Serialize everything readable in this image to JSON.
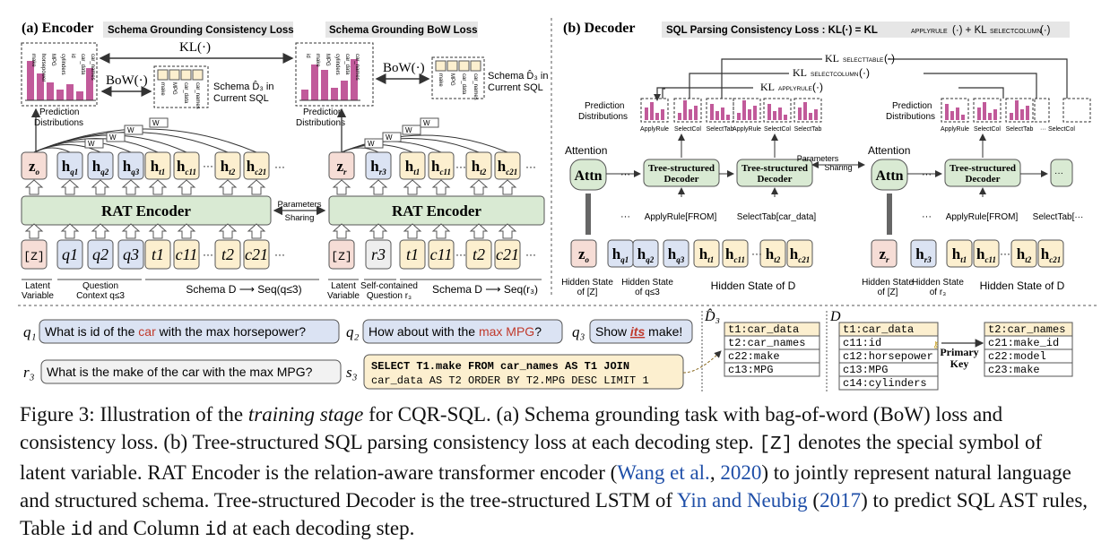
{
  "panel_a": {
    "label": "(a) Encoder",
    "consistency_title": "Schema Grounding Consistency Loss",
    "bow_title": "Schema Grounding BoW Loss",
    "kl": "KL(·)",
    "bow": "BoW(·)",
    "schema_d3_l1": "Schema D̂₃ in",
    "schema_d3_l2": "Current SQL",
    "pred_l1": "Prediction",
    "pred_l2": "Distributions",
    "w_label": "W",
    "hist_labels_left": [
      "make",
      "horsepower",
      "MPG",
      "cylinders",
      "id",
      "car_data",
      "car_names"
    ],
    "hist_labels_right": [
      "id",
      "make",
      "MPG",
      "cylinders",
      "car_data",
      "car_names"
    ],
    "dashed_labels": [
      "make",
      "MPG",
      "car_data",
      "car_names"
    ],
    "rat_encoder": "RAT Encoder",
    "params_sharing_l1": "Parameters",
    "params_sharing_l2": "Sharing",
    "hidden_left": [
      "z_o",
      "h_q1",
      "h_q2",
      "h_q3",
      "h_t1",
      "h_c11",
      "h_t2",
      "h_c21"
    ],
    "hidden_right": [
      "z_r",
      "h_r3",
      "h_t1",
      "h_c11",
      "h_t2",
      "h_c21"
    ],
    "inputs_left": [
      "[Z]",
      "q1",
      "q2",
      "q3",
      "t1",
      "c11",
      "t2",
      "c21"
    ],
    "inputs_right": [
      "[Z]",
      "r3",
      "t1",
      "c11",
      "t2",
      "c21"
    ],
    "latent_l1": "Latent",
    "latent_l2": "Variable",
    "question_l1": "Question",
    "question_l2": "Context q≤3",
    "schema_seq": "Schema D ⟶ Seq(q≤3)",
    "self_l1": "Self-contained",
    "self_l2": "Question r₃",
    "schema_seq_r": "Schema D ⟶ Seq(r₃)"
  },
  "panel_b": {
    "label": "(b) Decoder",
    "title": "SQL Parsing Consistency Loss : KL(·) = KL",
    "kl_select_table": "KL",
    "kl_select_column": "KL",
    "kl_apply_rule": "KL",
    "pred_l1": "Prediction",
    "pred_l2": "Distributions",
    "hist_names": [
      "ApplyRule",
      "SelectCol",
      "SelectTab"
    ],
    "attention": "Attention",
    "attn": "Attn",
    "tree_decoder_l1": "Tree-structured",
    "tree_decoder_l2": "Decoder",
    "params_sharing_l1": "Parameters",
    "params_sharing_l2": "Sharing",
    "apply_rule_from": "ApplyRule[FROM]",
    "select_tab_car": "SelectTab[car_data]",
    "select_tab_trunc": "SelectTab[···",
    "hidden_left": [
      "z_o",
      "h_q1",
      "h_q2",
      "h_q3",
      "h_t1",
      "h_c11",
      "h_t2",
      "h_c21"
    ],
    "hidden_right": [
      "z_r",
      "h_r3",
      "h_t1",
      "h_c11",
      "h_t2",
      "h_c21"
    ],
    "hs_z": "Hidden State",
    "hs_z2": "of [Z]",
    "hs_q": "Hidden State",
    "hs_q2": "of q≤3",
    "hs_r2": "of r₃",
    "hs_d": "Hidden State of D",
    "dots": "···"
  },
  "example": {
    "q1": "What is id of the car with the max horsepower?",
    "q1_highlight": "car",
    "q2": "How about with the max MPG?",
    "q2_highlight": "max MPG",
    "q3": "Show its make!",
    "q3_highlight": "its",
    "r3": "What is the make of the car with the max MPG?",
    "s3_line1": "SELECT T1.make FROM car_names AS T1 JOIN",
    "s3_line2": "car_data AS T2 ORDER BY T2.MPG DESC LIMIT 1",
    "d3_label": "D̂₃",
    "d3_rows": [
      "t1:car_data",
      "t2:car_names",
      "c22:make",
      "c13:MPG"
    ],
    "d_label": "D",
    "d_table1": [
      "t1:car_data",
      "c11:id",
      "c12:horsepower",
      "c13:MPG",
      "c14:cylinders"
    ],
    "d_table2": [
      "t2:car_names",
      "c21:make_id",
      "c22:model",
      "c23:make"
    ],
    "primary_key_l1": "Primary",
    "primary_key_l2": "Key"
  },
  "caption": {
    "p1": "Figure 3: Illustration of the ",
    "p1_i": "training stage",
    "p2": " for CQR-SQL. (a) Schema grounding task with bag-of-word (BoW) loss and consistency loss. (b) Tree-structured SQL parsing consistency loss at each decoding step. ",
    "mono1": "[Z]",
    "p3": " denotes the special symbol of latent variable. RAT Encoder is the relation-aware transformer encoder (",
    "ref1": "Wang et al.",
    "p4": ", ",
    "ref1y": "2020",
    "p5": ") to jointly represent natural language and structured schema. Tree-structured Decoder is the tree-structured LSTM of ",
    "ref2": "Yin and Neubig",
    "p6": " (",
    "ref2y": "2017",
    "p7": ") to predict SQL AST rules, Table ",
    "mono2": "id",
    "p8": " and Column ",
    "mono3": "id",
    "p9": " at each decoding step."
  },
  "colors": {
    "green": "#d9ead3",
    "blue": "#dbe3f3",
    "yellow": "#fcefcf",
    "pink": "#f6ddd6",
    "bar": "#c15a9a",
    "red_text": "#c0392b",
    "link": "#1f4fa8"
  }
}
